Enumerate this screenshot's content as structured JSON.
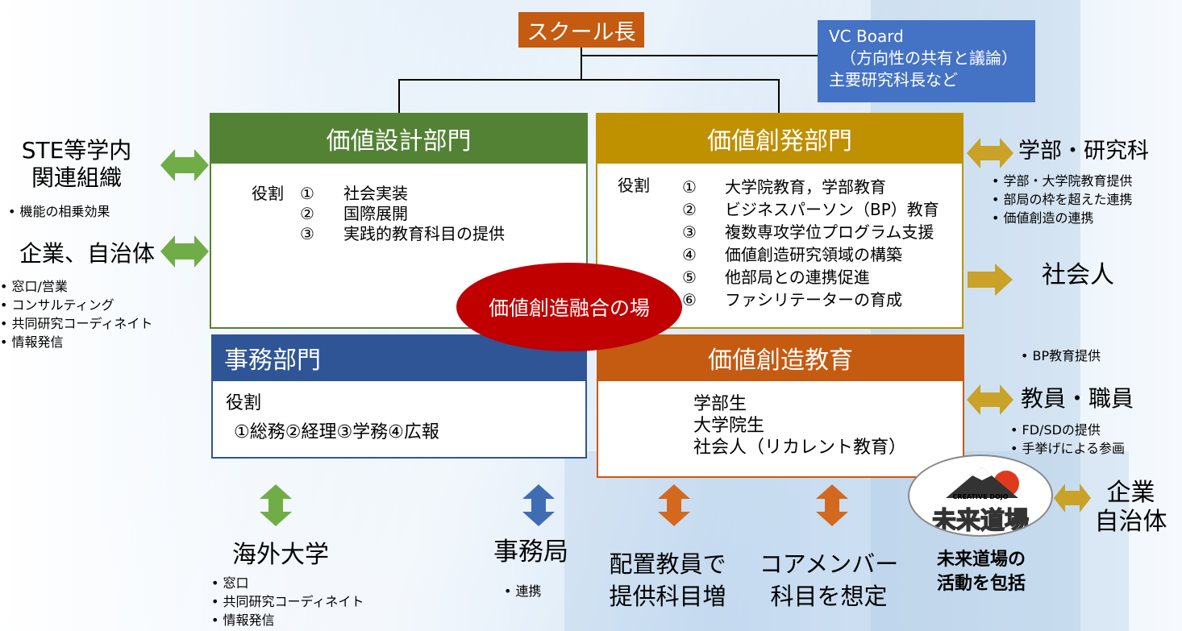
{
  "top": {
    "principal": "スクール長",
    "vc_board": [
      "VC Board",
      "（方向性の共有と議論）",
      "主要研究科長など"
    ]
  },
  "left": {
    "ste": {
      "title": [
        "STE等学内",
        "関連組織"
      ],
      "bullets": [
        "機能の相乗効果"
      ]
    },
    "corp": {
      "title": "企業、自治体",
      "bullets": [
        "窓口/営業",
        "コンサルティング",
        "共同研究コーディネイト",
        "情報発信"
      ]
    }
  },
  "design_dept": {
    "header": "価値設計部門",
    "role_label": "役割",
    "nums": [
      "①",
      "②",
      "③"
    ],
    "items": [
      "社会実装",
      "国際展開",
      "実践的教育科目の提供"
    ]
  },
  "creation_dept": {
    "header": "価値創発部門",
    "role_label": "役割",
    "nums": [
      "①",
      "②",
      "③",
      "④",
      "⑤",
      "⑥"
    ],
    "items": [
      "大学院教育，学部教育",
      "ビジネスパーソン（BP）教育",
      "複数専攻学位プログラム支援",
      "価値創造研究領域の構築",
      "他部局との連携促進",
      "ファシリテーターの育成"
    ]
  },
  "fusion": "価値創造融合の場",
  "admin_dept": {
    "header": "事務部門",
    "role_label": "役割",
    "items": "①総務②経理③学務④広報"
  },
  "edu_dept": {
    "header": "価値創造教育",
    "items": [
      "学部生",
      "大学院生",
      "社会人（リカレント教育）"
    ]
  },
  "right": {
    "faculty": {
      "title": "学部・研究科",
      "bullets": [
        "学部・大学院教育提供",
        "部局の枠を超えた連携",
        "価値創造の連携"
      ]
    },
    "working": {
      "title": "社会人",
      "bullets": [
        "BP教育提供"
      ]
    },
    "staff": {
      "title": "教員・職員",
      "bullets": [
        "FD/SDの提供",
        "手挙げによる参画"
      ]
    },
    "corp2": {
      "title": [
        "企業",
        "自治体"
      ]
    },
    "dojo_logo": {
      "small": "CREATIVE DOJO",
      "big": "未来道場"
    }
  },
  "bottom": {
    "overseas": {
      "title": "海外大学",
      "bullets": [
        "窓口",
        "共同研究コーディネイト",
        "情報発信"
      ]
    },
    "office": {
      "title": "事務局",
      "bullets": [
        "連携"
      ]
    },
    "assigned": [
      "配置教員で",
      "提供科目増"
    ],
    "core": [
      "コアメンバー",
      "科目を想定"
    ],
    "dojo": [
      "未来道場の",
      "活動を包括"
    ]
  },
  "colors": {
    "green": "#548235",
    "gold": "#BF9000",
    "orange": "#C55A11",
    "navy": "#2F5597",
    "blue": "#4472C4",
    "red": "#C00000",
    "arrow_green": "#70AD47",
    "arrow_gold": "#C9A227",
    "arrow_blue": "#3F6DB3",
    "arrow_orange": "#D3691E"
  },
  "icons": [
    "double-arrow-horizontal-icon",
    "double-arrow-vertical-icon",
    "right-arrow-icon"
  ]
}
